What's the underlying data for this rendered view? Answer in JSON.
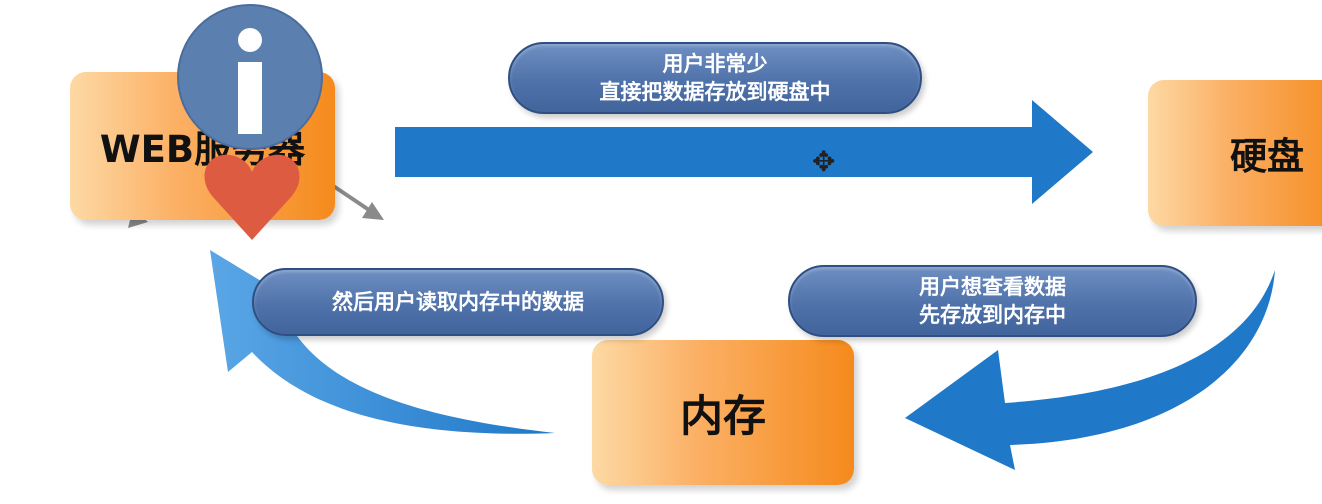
{
  "nodes": {
    "web_server": "WEB服务器",
    "disk": "硬盘",
    "memory": "内存"
  },
  "labels": {
    "top_line1": "用户非常少",
    "top_line2": "直接把数据存放到硬盘中",
    "right_line1": "用户想查看数据",
    "right_line2": "先存放到内存中",
    "left_line1": "然后用户读取内存中的数据"
  },
  "overlay": {
    "info_glyph": "i",
    "cursor_glyph": "✥"
  },
  "colors": {
    "arrow_blue": "#1f78c8",
    "box_orange": "#f58a1c",
    "pill_blue": "#4f72aa",
    "info_blue": "#5b7fae",
    "heart_red": "#dd5b40"
  },
  "icons": [
    "info-icon",
    "heart-icon",
    "move-cursor-icon"
  ]
}
